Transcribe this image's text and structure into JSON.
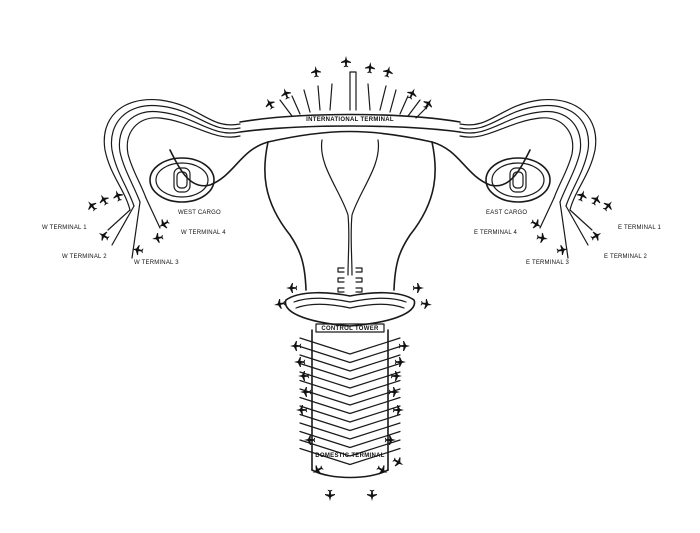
{
  "labels": {
    "international_terminal": "INTERNATIONAL TERMINAL",
    "west_cargo": "WEST CARGO",
    "east_cargo": "EAST CARGO",
    "control_tower": "CONTROL TOWER",
    "domestic_terminal": "DOMESTIC TERMINAL",
    "w_terminal_1": "W TERMINAL 1",
    "w_terminal_2": "W TERMINAL 2",
    "w_terminal_3": "W TERMINAL 3",
    "w_terminal_4": "W TERMINAL 4",
    "e_terminal_1": "E TERMINAL 1",
    "e_terminal_2": "E TERMINAL 2",
    "e_terminal_3": "E TERMINAL 3",
    "e_terminal_4": "E TERMINAL 4"
  },
  "icons": {
    "airplane": "airplane-icon"
  },
  "colors": {
    "ink": "#1a1a1a",
    "paper": "#ffffff"
  }
}
